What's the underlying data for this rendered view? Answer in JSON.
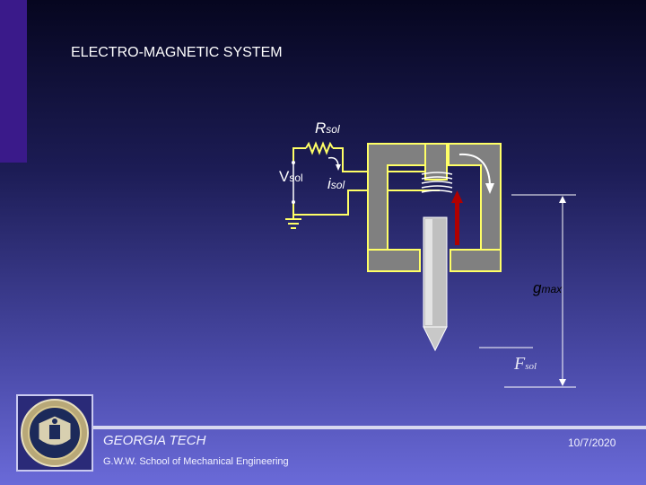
{
  "slide": {
    "title": "ELECTRO-MAGNETIC SYSTEM",
    "accent_color": "#3a1a8a"
  },
  "diagram": {
    "resistor_label": "R",
    "resistor_sub": "sol",
    "voltage_label": "V",
    "voltage_sub": "sol",
    "current_label": "i",
    "current_sub": "sol",
    "gap_label": "g",
    "gap_sub": "max",
    "force_label": "F",
    "force_sub": "sol",
    "wire_color": "#ffff66",
    "core_color": "#808080",
    "force_arrow_color": "#b00000"
  },
  "footer": {
    "org": "GEORGIA TECH",
    "dept": "G.W.W. School of Mechanical Engineering",
    "date": "10/7/2020"
  }
}
